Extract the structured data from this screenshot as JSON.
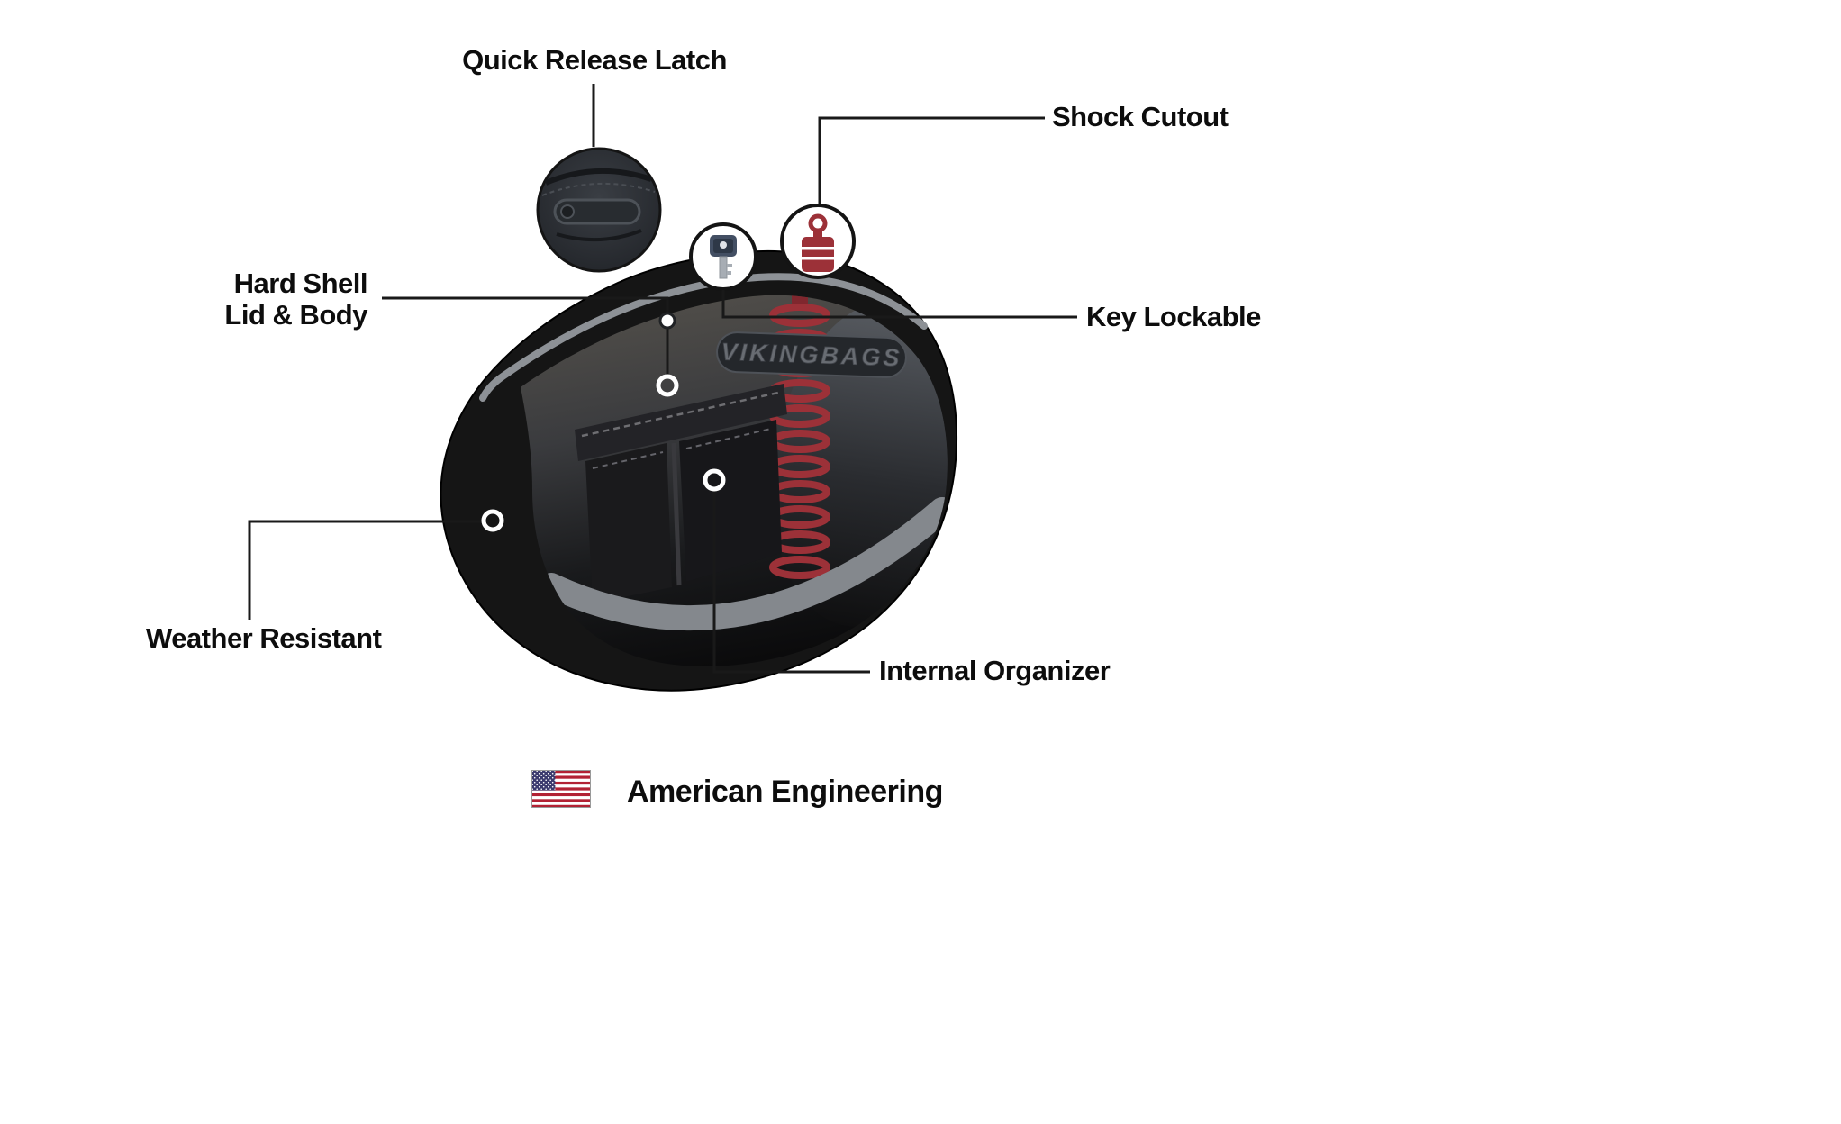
{
  "callouts": {
    "quick_release_latch": "Quick Release Latch",
    "shock_cutout": "Shock Cutout",
    "hard_shell_line1": "Hard Shell",
    "hard_shell_line2": "Lid & Body",
    "key_lockable": "Key Lockable",
    "weather_resistant": "Weather Resistant",
    "internal_organizer": "Internal Organizer"
  },
  "footer": {
    "american_engineering": "American Engineering"
  },
  "product": {
    "brand": "VIKINGBAGS"
  },
  "icons": {
    "latch_inset": "quick-release-latch-closeup-icon",
    "shock_badge": "shock-absorber-icon",
    "key_badge": "key-icon",
    "flag": "us-flag-icon",
    "marker": "feature-marker-dot"
  },
  "colors": {
    "background": "#ffffff",
    "callout_line": "#191919",
    "label_text": "#0d0d0d",
    "bag_body": "#151515",
    "lid_stripe": "#8d9196",
    "shock_red": "#9c3138",
    "flag_red": "#b22234",
    "flag_blue": "#3c3b6e"
  }
}
